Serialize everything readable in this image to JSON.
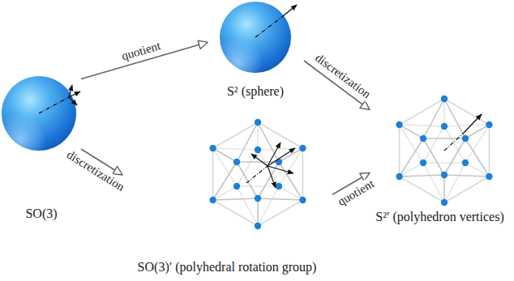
{
  "diagram": {
    "nodes": [
      {
        "text": [
          "SO(3)"
        ]
      },
      {
        "text": [
          "S² (sphere)"
        ]
      },
      {
        "text": [
          "SO(3)′ (polyhedral rotation group)"
        ]
      },
      {
        "text": [
          "S²′ (polyhedron vertices)"
        ]
      }
    ],
    "edges": [
      {
        "from": 0,
        "to": 1,
        "label": "quotient",
        "arrow": "to"
      },
      {
        "from": 0,
        "to": 2,
        "label": "discretization",
        "arrow": "to"
      },
      {
        "from": 1,
        "to": 3,
        "label": "discretization",
        "arrow": "to"
      },
      {
        "from": 2,
        "to": 3,
        "label": "quotient",
        "arrow": "to"
      }
    ]
  }
}
